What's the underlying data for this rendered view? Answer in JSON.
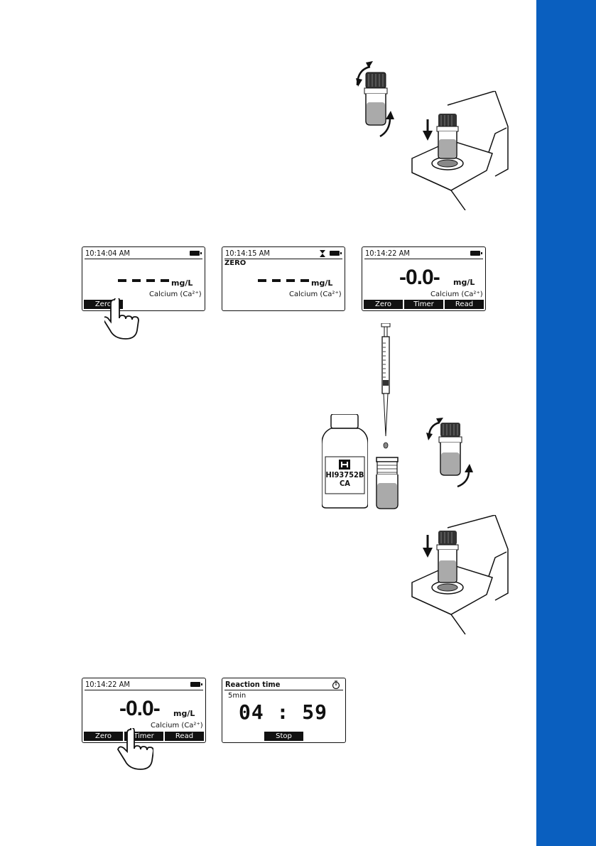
{
  "sidebar": {
    "color": "#0a5fbf"
  },
  "screens": {
    "s1": {
      "time": "10:14:04 AM",
      "unit": "mg/L",
      "parameter": "Calcium (Ca²⁺)",
      "keys": [
        "Zero",
        "",
        ""
      ]
    },
    "s2": {
      "time": "10:14:15 AM",
      "status": "ZERO",
      "unit": "mg/L",
      "parameter": "Calcium (Ca²⁺)",
      "keys": [
        "",
        "",
        ""
      ]
    },
    "s3": {
      "time": "10:14:22 AM",
      "reading": "-0.0-",
      "unit": "mg/L",
      "parameter": "Calcium (Ca²⁺)",
      "keys": [
        "Zero",
        "Timer",
        "Read"
      ]
    },
    "s4": {
      "time": "10:14:22 AM",
      "reading": "-0.0-",
      "unit": "mg/L",
      "parameter": "Calcium (Ca²⁺)",
      "keys": [
        "Zero",
        "Timer",
        "Read"
      ]
    },
    "s5": {
      "title": "Reaction time",
      "duration": "5min",
      "countdown": "04 : 59",
      "key": "Stop"
    }
  },
  "reagent_bottle": {
    "line1": "HI93752B",
    "line2": "CA"
  }
}
